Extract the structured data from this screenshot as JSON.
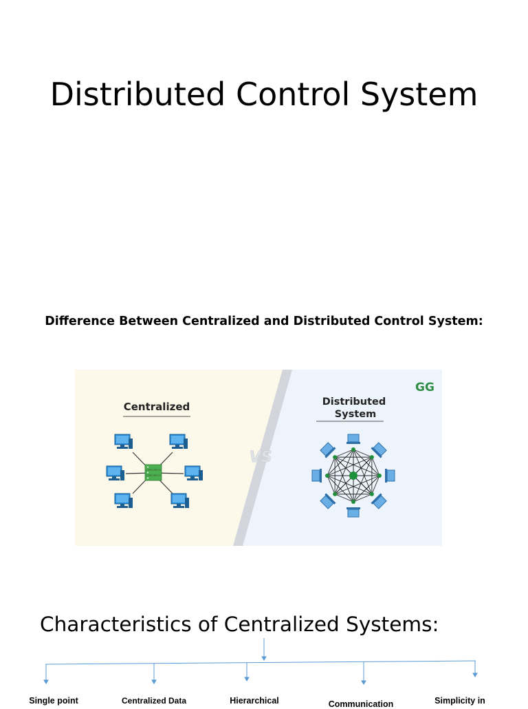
{
  "title": "Distributed Control System",
  "subtitle": "Difference Between Centralized and Distributed Control System:",
  "figure": {
    "left_label": "Centralized",
    "right_label_line1": "Distributed",
    "right_label_line2": "System",
    "vs_label": "VS",
    "logo_text": "GG",
    "colors": {
      "left_bg": "#fdf9ea",
      "right_bg": "#eef4fb",
      "node_blue": "#2b8fd8",
      "hub_green": "#4caf50",
      "dot_green": "#1e8f3a"
    }
  },
  "characteristics": {
    "heading": "Characteristics of Centralized Systems:",
    "items": [
      "Single point",
      "Centralized Data",
      "Hierarchical",
      "Communication",
      "Simplicity in"
    ],
    "connector_color": "#5b9bd5"
  }
}
